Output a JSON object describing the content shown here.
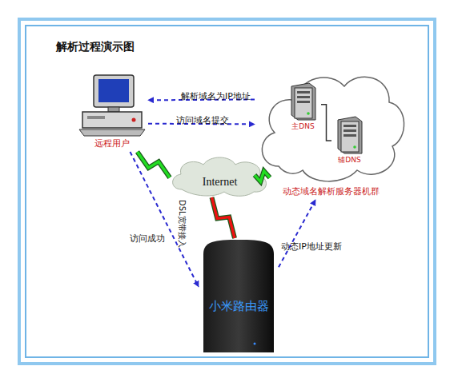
{
  "diagram": {
    "title": "解析过程演示图",
    "nodes": [
      {
        "text": [
          "远程用户"
        ]
      },
      {
        "text": [
          "动态域名解析服务器机群"
        ]
      },
      {
        "text": [
          "主DNS"
        ],
        "in": 1
      },
      {
        "text": [
          "辅DNS"
        ],
        "in": 1
      },
      {
        "text": [
          "Internet"
        ]
      },
      {
        "text": [
          "小米路由器"
        ]
      }
    ],
    "edges": [
      {
        "from": 1,
        "to": 0,
        "label": "解析域名为IP地址",
        "arrow": "to"
      },
      {
        "from": 0,
        "to": 1,
        "label": "访问域名提交",
        "arrow": "to"
      },
      {
        "from": 2,
        "to": 3,
        "arrow": "none"
      },
      {
        "from": 0,
        "to": 4,
        "arrow": "none"
      },
      {
        "from": 4,
        "to": 1,
        "arrow": "none"
      },
      {
        "from": 5,
        "to": 4,
        "label": "DSL宽带接入",
        "arrow": "none"
      },
      {
        "from": 0,
        "to": 5,
        "label": "访问成功",
        "arrow": "to"
      },
      {
        "from": 5,
        "to": 1,
        "label": "动态IP地址更新",
        "arrow": "to"
      }
    ]
  }
}
